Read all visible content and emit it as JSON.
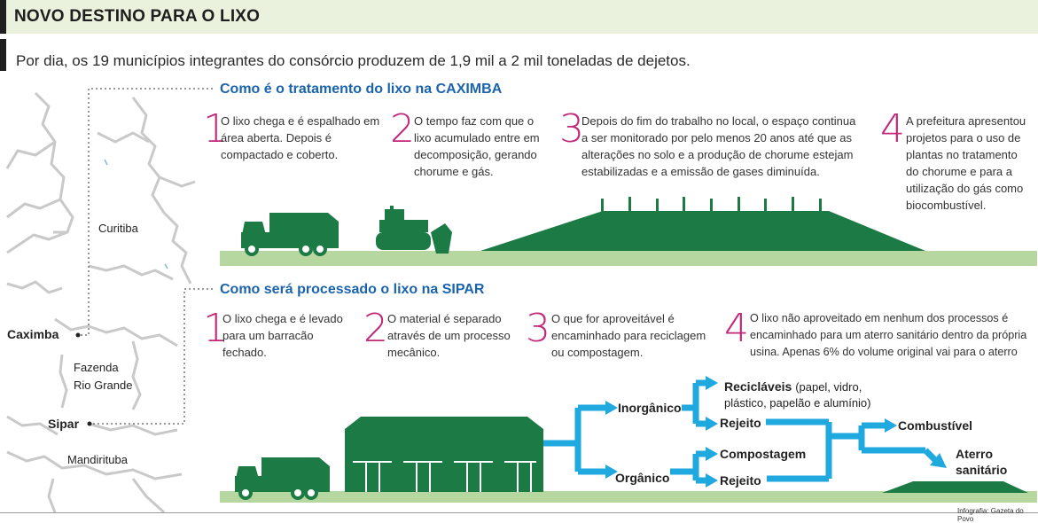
{
  "header": {
    "title": "NOVO DESTINO PARA O LIXO",
    "subtitle": "Por dia, os 19 municípios integrantes do consórcio produzem de 1,9 mil a 2 mil toneladas de dejetos."
  },
  "map": {
    "labels": {
      "curitiba": "Curitiba",
      "caximba": "Caximba",
      "fazenda_1": "Fazenda",
      "fazenda_2": "Rio Grande",
      "sipar": "Sipar",
      "mandirituba": "Mandirituba"
    }
  },
  "caximba": {
    "title": "Como é o tratamento do lixo na CAXIMBA",
    "steps": [
      {
        "number": "1",
        "lines": [
          "O lixo chega e é espalhado em",
          "área aberta. Depois é",
          "compactado e coberto."
        ]
      },
      {
        "number": "2",
        "lines": [
          "O tempo faz com que o",
          "lixo acumulado entre em",
          "decomposição, gerando",
          "chorume e gás."
        ]
      },
      {
        "number": "3",
        "lines": [
          "Depois do fim do trabalho no local, o espaço continua",
          "a ser monitorado por pelo menos 20 anos até que as",
          "alterações no solo e a produção de chorume estejam",
          "estabilizadas e a emissão de gases diminuída."
        ]
      },
      {
        "number": "4",
        "lines": [
          "A prefeitura apresentou",
          "projetos para o uso de",
          "plantas no tratamento",
          "do chorume e para a",
          "utilização do gás como",
          "biocombustível."
        ]
      }
    ]
  },
  "sipar": {
    "title": "Como será processado o lixo na SIPAR",
    "steps": [
      {
        "number": "1",
        "lines": [
          "O lixo chega e é levado",
          "para um barracão",
          "fechado."
        ]
      },
      {
        "number": "2",
        "lines": [
          "O material é separado",
          "através de um processo",
          "mecânico."
        ]
      },
      {
        "number": "3",
        "lines": [
          "O que for aproveitável é",
          "encaminhado para reciclagem",
          "ou compostagem."
        ]
      },
      {
        "number": "4",
        "lines": [
          "O lixo não aproveitado em nenhum dos processos é",
          "encaminhado para um aterro sanitário dentro da própria",
          "usina. Apenas 6% do volume original vai para o aterro"
        ]
      }
    ],
    "flow": {
      "inorganico": "Inorgânico",
      "organico": "Orgânico",
      "reciclaveis": "Recicláveis",
      "reciclaveis_note_1": "(papel, vidro,",
      "reciclaveis_note_2": "plástico, papelão e alumínio)",
      "rejeito_1": "Rejeito",
      "compostagem": "Compostagem",
      "rejeito_2": "Rejeito",
      "combustivel": "Combustível",
      "aterro_1": "Aterro",
      "aterro_2": "sanitário"
    }
  },
  "credit": "Infografia: Gazeta do Povo",
  "colors": {
    "green_dark": "#1c7a45",
    "green_light": "#b6d7a0",
    "blue_arrow": "#1fa9df",
    "magenta": "#c2287a",
    "title_blue": "#1b64ad",
    "header_bg": "#eaf1dc"
  }
}
